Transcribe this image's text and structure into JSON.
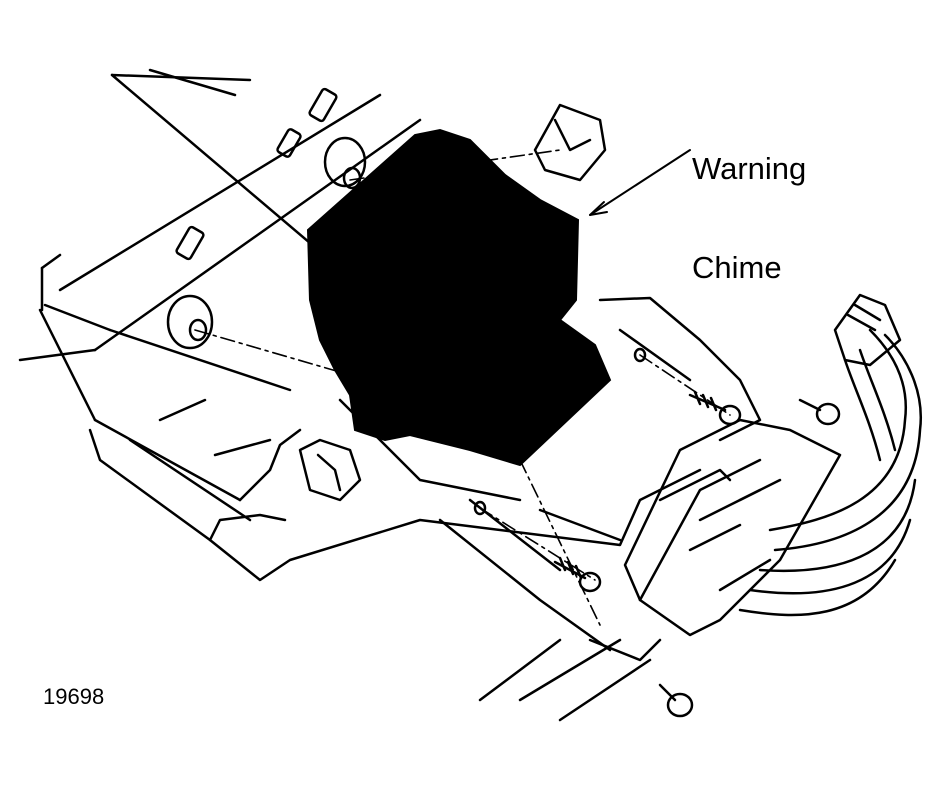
{
  "diagram": {
    "callout": {
      "line1": "Warning",
      "line2": "Chime"
    },
    "figure_number": "19698"
  },
  "colors": {
    "ink": "#000000",
    "paper": "#ffffff"
  }
}
